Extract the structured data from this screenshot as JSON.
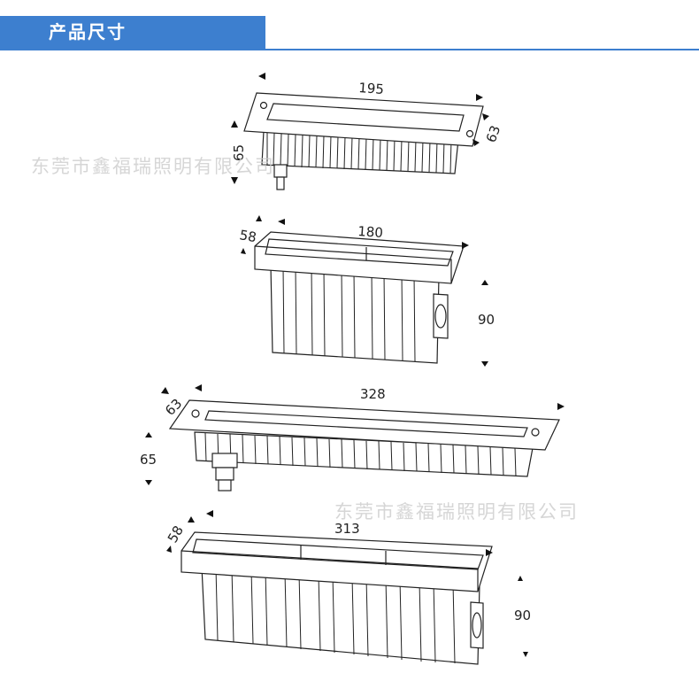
{
  "header": {
    "title": "产品尺寸"
  },
  "watermarks": [
    "东莞市鑫福瑞照明有限公司",
    "东莞市鑫福瑞照明有限公司"
  ],
  "products": [
    {
      "name": "small-flanged-light",
      "length": "195",
      "width": "63",
      "height": "65"
    },
    {
      "name": "small-mounting-box",
      "depth": "58",
      "length": "180",
      "height": "90"
    },
    {
      "name": "large-flanged-light",
      "width": "63",
      "length": "328",
      "height": "65"
    },
    {
      "name": "large-mounting-box",
      "depth": "58",
      "length": "313",
      "height": "90"
    }
  ],
  "colors": {
    "accent": "#3d7fcf",
    "line": "#222222"
  }
}
